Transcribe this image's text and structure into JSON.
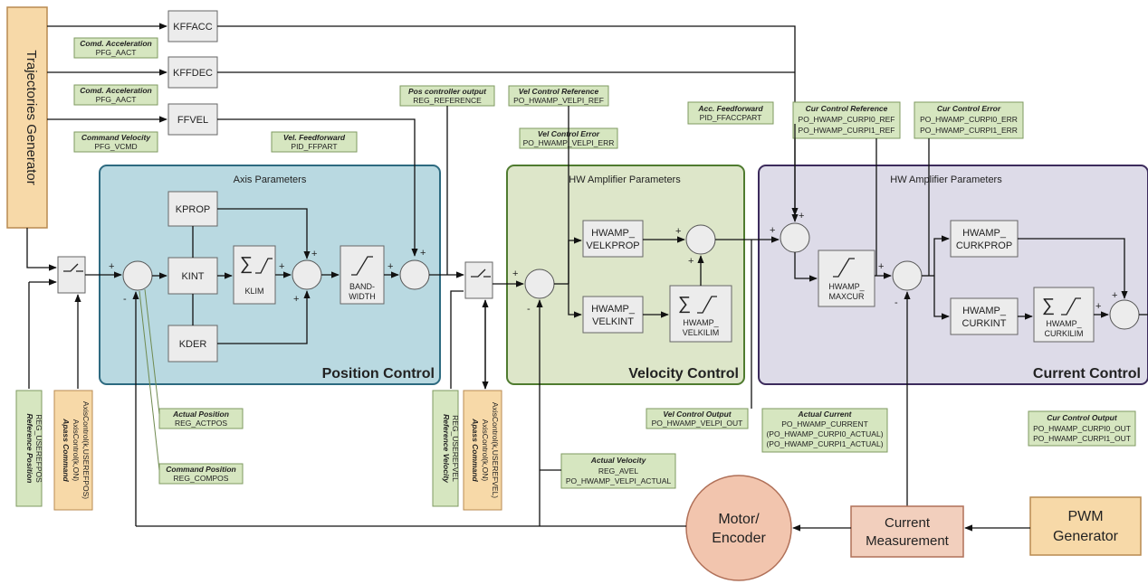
{
  "trajectories_generator": "Trajectories Generator",
  "feedforward": {
    "kffacc": "KFFACC",
    "kffdec": "KFFDEC",
    "ffvel": "FFVEL"
  },
  "signals": {
    "comd_accel_1": {
      "title": "Comd. Acceleration",
      "reg": "PFG_AACT"
    },
    "comd_accel_2": {
      "title": "Comd. Acceleration",
      "reg": "PFG_AACT"
    },
    "command_velocity": {
      "title": "Command Velocity",
      "reg": "PFG_VCMD"
    },
    "vel_feedforward": {
      "title": "Vel. Feedforward",
      "reg": "PID_FFPART"
    },
    "pos_ctrl_output": {
      "title": "Pos controller output",
      "reg": "REG_REFERENCE"
    },
    "vel_ctrl_reference": {
      "title": "Vel Control Reference",
      "reg": "PO_HWAMP_VELPI_REF"
    },
    "vel_ctrl_error": {
      "title": "Vel Control Error",
      "reg": "PO_HWAMP_VELPI_ERR"
    },
    "acc_feedforward": {
      "title": "Acc. Feedforward",
      "reg": "PID_FFACCPART"
    },
    "cur_ctrl_reference": {
      "title": "Cur Control Reference",
      "reg1": "PO_HWAMP_CURPI0_REF",
      "reg2": "PO_HWAMP_CURPI1_REF"
    },
    "cur_ctrl_error": {
      "title": "Cur Control Error",
      "reg1": "PO_HWAMP_CURPI0_ERR",
      "reg2": "PO_HWAMP_CURPI1_ERR"
    },
    "actual_position": {
      "title": "Actual Position",
      "reg": "REG_ACTPOS"
    },
    "command_position": {
      "title": "Command Position",
      "reg": "REG_COMPOS"
    },
    "vel_ctrl_output": {
      "title": "Vel Control Output",
      "reg": "PO_HWAMP_VELPI_OUT"
    },
    "actual_current": {
      "title": "Actual Current",
      "reg1": "PO_HWAMP_CURRENT",
      "reg2": "(PO_HWAMP_CURPI0_ACTUAL)",
      "reg3": "(PO_HWAMP_CURPI1_ACTUAL)"
    },
    "cur_ctrl_output": {
      "title": "Cur Control Output",
      "reg1": "PO_HWAMP_CURPI0_OUT",
      "reg2": "PO_HWAMP_CURPI1_OUT"
    },
    "actual_velocity": {
      "title": "Actual Velocity",
      "reg1": "REG_AVEL",
      "reg2": "PO_HWAMP_VELPI_ACTUAL"
    },
    "reference_position": {
      "title": "Reference Position",
      "reg": "REG_USEREFPOS"
    },
    "reference_velocity": {
      "title": "Reference Velocity",
      "reg": "REG_USEREFVEL"
    },
    "apass_cmd_1": {
      "title": "Apass Command",
      "l1": "AxisControl(k,ON)",
      "l2": "AxisControl(k,USEREFPOS)"
    },
    "apass_cmd_2": {
      "title": "Apass Command",
      "l1": "AxisControl(k,ON)",
      "l2": "AxisControl(k,USEREFVEL)"
    }
  },
  "position": {
    "params_title": "Axis Parameters",
    "control_title": "Position Control",
    "kprop": "KPROP",
    "kint": "KINT",
    "kder": "KDER",
    "klim": "KLIM",
    "bandwidth_1": "BAND-",
    "bandwidth_2": "WIDTH"
  },
  "velocity": {
    "params_title": "HW Amplifier Parameters",
    "control_title": "Velocity Control",
    "velkprop_1": "HWAMP_",
    "velkprop_2": "VELKPROP",
    "velkint_1": "HWAMP_",
    "velkint_2": "VELKINT",
    "velkilim_1": "HWAMP_",
    "velkilim_2": "VELKILIM"
  },
  "current": {
    "params_title": "HW Amplifier Parameters",
    "control_title": "Current Control",
    "maxcur_1": "HWAMP_",
    "maxcur_2": "MAXCUR",
    "curkprop_1": "HWAMP_",
    "curkprop_2": "CURKPROP",
    "curkint_1": "HWAMP_",
    "curkint_2": "CURKINT",
    "curkilim_1": "HWAMP_",
    "curkilim_2": "CURKILIM"
  },
  "motor_1": "Motor/",
  "motor_2": "Encoder",
  "current_meas_1": "Current",
  "current_meas_2": "Measurement",
  "pwm_1": "PWM",
  "pwm_2": "Generator",
  "sigma": "∑",
  "colors": {
    "orange": "#f7d9a8",
    "orange_border": "#b88a50",
    "sig_green": "#d6e6c0",
    "sig_green_border": "#7f9a60",
    "block_gray": "#ececec",
    "position_bg": "#b9d9e1",
    "position_border": "#2d6a80",
    "velocity_bg": "#dde6c9",
    "velocity_border": "#4f7b2f",
    "current_bg": "#dddbe8",
    "current_border": "#3c2b5c",
    "motor_fill": "#f2c5ae",
    "current_meas_fill": "#f2cfbd"
  }
}
